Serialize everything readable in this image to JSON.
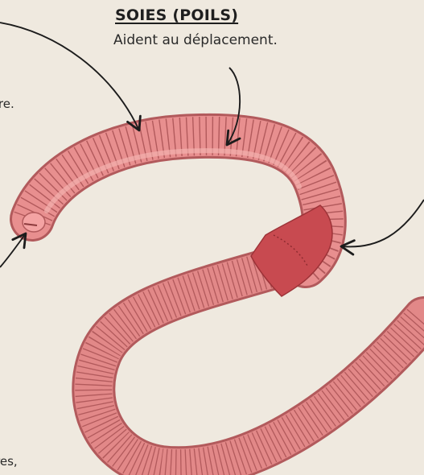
{
  "soies": {
    "title": "SOIES (POILS)",
    "description": "Aident au déplacement."
  },
  "cut_texts": {
    "top_left": "rre.",
    "bottom_left": "res,"
  },
  "colors": {
    "background": "#efe9df",
    "body": "#e78c8c",
    "segment_line": "#b25a5c",
    "clitellum": "#c7474c",
    "arrow": "#1c1c1c"
  }
}
